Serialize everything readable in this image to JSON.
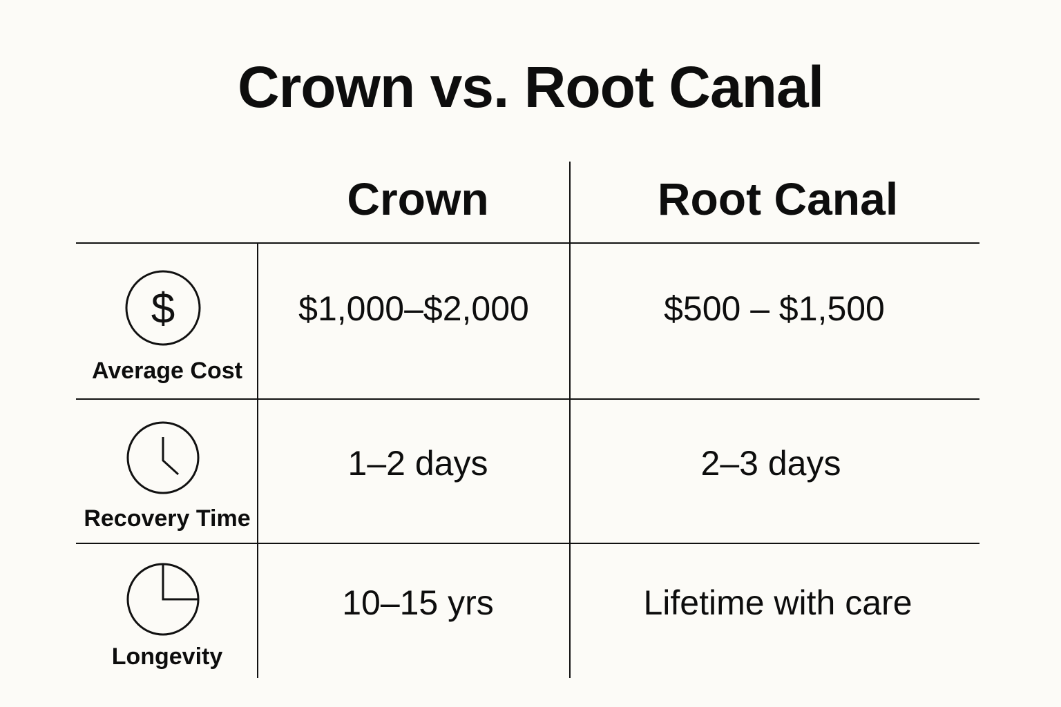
{
  "title": "Crown vs. Root Canal",
  "columns": [
    "Crown",
    "Root Canal"
  ],
  "rows": [
    {
      "label": "Average Cost",
      "icon": "dollar-icon",
      "crown": "$1,000–$2,000",
      "root_canal": "$500 – $1,500"
    },
    {
      "label": "Recovery Time",
      "icon": "clock-icon",
      "crown": "1–2 days",
      "root_canal": "2–3 days"
    },
    {
      "label": "Longevity",
      "icon": "pie-chart-icon",
      "crown": "10–15 yrs",
      "root_canal": "Lifetime with care"
    }
  ]
}
